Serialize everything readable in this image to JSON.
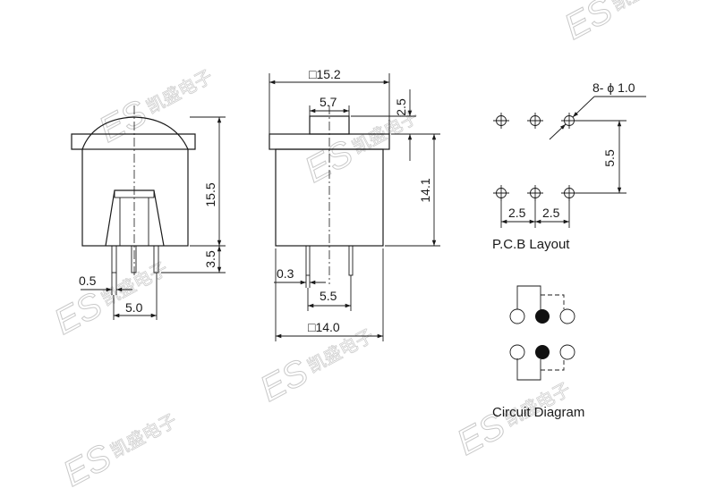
{
  "watermark": {
    "brand": "ES",
    "text": "凯盛电子"
  },
  "front_view": {
    "height": "15.5",
    "pin_length": "3.5",
    "pin_width": "0.5",
    "pin_pitch": "5.0"
  },
  "side_view": {
    "top_width": "□15.2",
    "cap_width": "5.7",
    "cap_height": "2.5",
    "body_height": "14.1",
    "pin_width": "0.3",
    "pin_pitch": "5.5",
    "bottom_width": "□14.0"
  },
  "pcb_layout": {
    "title": "P.C.B Layout",
    "hole_spec": "8- ϕ 1.0",
    "row_spacing": "5.5",
    "pitch_1": "2.5",
    "pitch_2": "2.5"
  },
  "circuit": {
    "title": "Circuit Diagram"
  }
}
